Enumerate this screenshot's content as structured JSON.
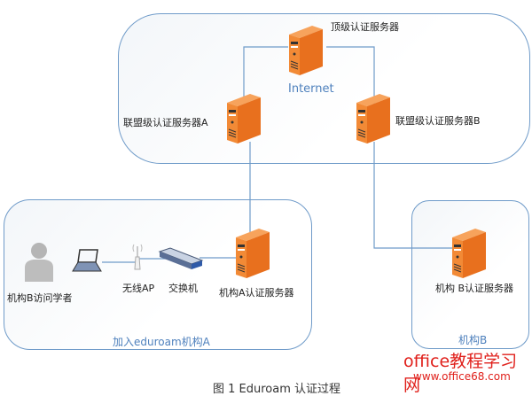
{
  "regions": {
    "internet": {
      "label": "Internet"
    },
    "institution_a": {
      "label": "加入eduroam机构A"
    },
    "institution_b": {
      "label": "机构B"
    }
  },
  "nodes": {
    "top_server": "顶级认证服务器",
    "fed_server_a": "联盟级认证服务器A",
    "fed_server_b": "联盟级认证服务器B",
    "inst_a_server": "机构A认证服务器",
    "inst_b_server": "机构 B认证服务器",
    "visitor": "机构B访问学者",
    "wireless_ap": "无线AP",
    "switch": "交换机"
  },
  "colors": {
    "server_orange": "#f07f2a",
    "line_blue": "#6f9bc9",
    "label_blue": "#4f81bd",
    "watermark_red": "#e0201b"
  },
  "watermark": {
    "title": "office教程学习网",
    "url": "www.office68.com"
  },
  "caption": "图 1  Eduroam 认证过程"
}
